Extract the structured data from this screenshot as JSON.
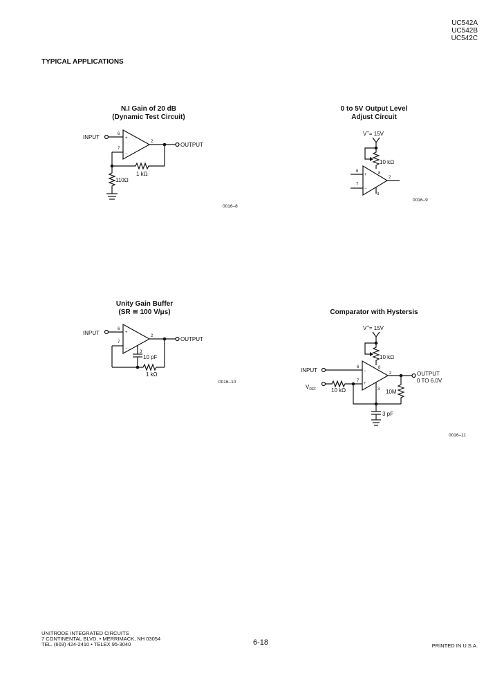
{
  "header": {
    "part_numbers": [
      "UC542A",
      "UC542B",
      "UC542C"
    ]
  },
  "section_title": "TYPICAL APPLICATIONS",
  "circuits": [
    {
      "title_lines": [
        "N.I Gain of 20 dB",
        "(Dynamic Test Circuit)"
      ],
      "labels": {
        "input": "INPUT",
        "output": "OUTPUT",
        "pin_noninv": "6",
        "pin_inv": "7",
        "pin_out": "2",
        "r_feedback": "1 kΩ",
        "r_ground": "110Ω",
        "plus": "+",
        "minus": "−"
      },
      "figure_number": "0016–8"
    },
    {
      "title_lines": [
        "0 to 5V Output Level",
        "Adjust Circuit"
      ],
      "labels": {
        "supply": "V",
        "supply_value": "= 15V",
        "supply_sup": "+",
        "pot": "10 kΩ",
        "pin_supply": "8",
        "pin_noninv": "6",
        "pin_inv": "7",
        "pin_out": "2",
        "pin_gnd": "3",
        "plus": "+",
        "minus": "−"
      },
      "figure_number": "0016–9"
    },
    {
      "title_lines": [
        "Unity Gain Buffer",
        "(SR ≅ 100 V/μs)"
      ],
      "labels": {
        "input": "INPUT",
        "output": "OUTPUT",
        "pin_noninv": "6",
        "pin_inv": "7",
        "pin_out": "2",
        "pin_comp": "3",
        "cap": "10 pF",
        "r_feedback": "1 kΩ",
        "plus": "+",
        "minus": "−"
      },
      "figure_number": "0016–10"
    },
    {
      "title_lines": [
        "Comparator with Hystersis"
      ],
      "labels": {
        "supply": "V",
        "supply_value": "= 15V",
        "supply_sup": "+",
        "pot": "10 kΩ",
        "input": "INPUT",
        "vref": "V",
        "vref_sub": "REF",
        "r_input": "10 kΩ",
        "r_hyst": "10M",
        "cap": "3 pF",
        "output": "OUTPUT",
        "output_range": "0 TO 6.0V",
        "pin_supply": "8",
        "pin_inv": "6",
        "pin_noninv": "7",
        "pin_out": "2",
        "pin_gnd": "3",
        "plus": "+",
        "minus": "−"
      },
      "figure_number": "0016–11"
    }
  ],
  "footer": {
    "company_lines": [
      "UNITRODE INTEGRATED CIRCUITS",
      "7 CONTINENTAL BLVD. • MERRIMACK, NH 03054",
      "TEL. (603) 424-2410 • TELEX 95-3040"
    ],
    "page_number": "6-18",
    "printed": "PRINTED IN U.S.A."
  }
}
